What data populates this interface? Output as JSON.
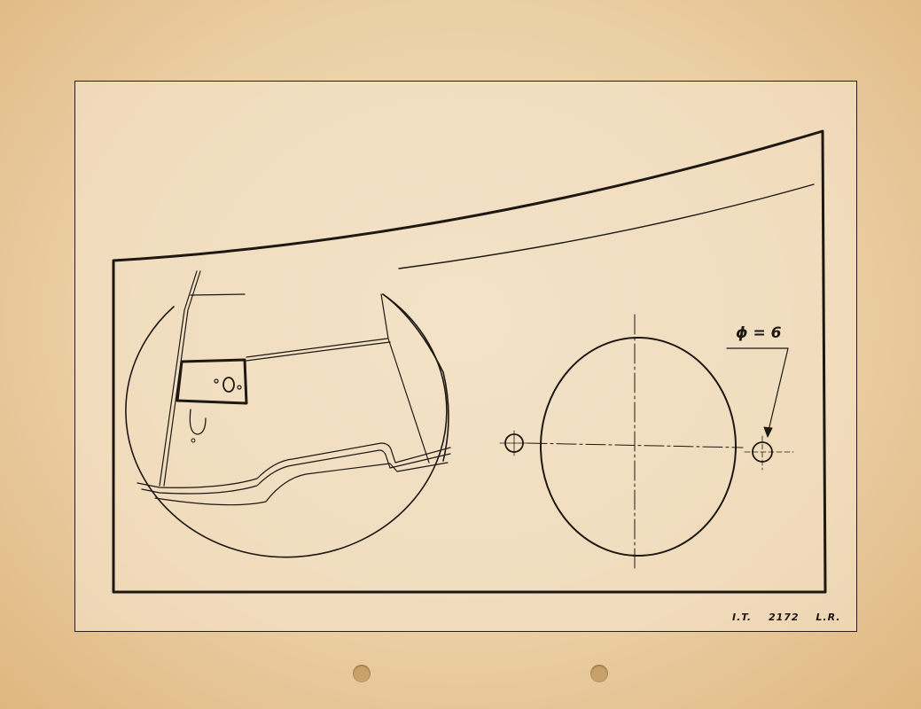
{
  "drawing": {
    "dimension_label": "ϕ = 6",
    "reference": {
      "prefix": "I.T.",
      "number": "2172",
      "suffix": "L.R."
    }
  },
  "colors": {
    "paper": "#ebd0a6",
    "ink": "#1e1812",
    "sheet": "#f3e4cb"
  }
}
